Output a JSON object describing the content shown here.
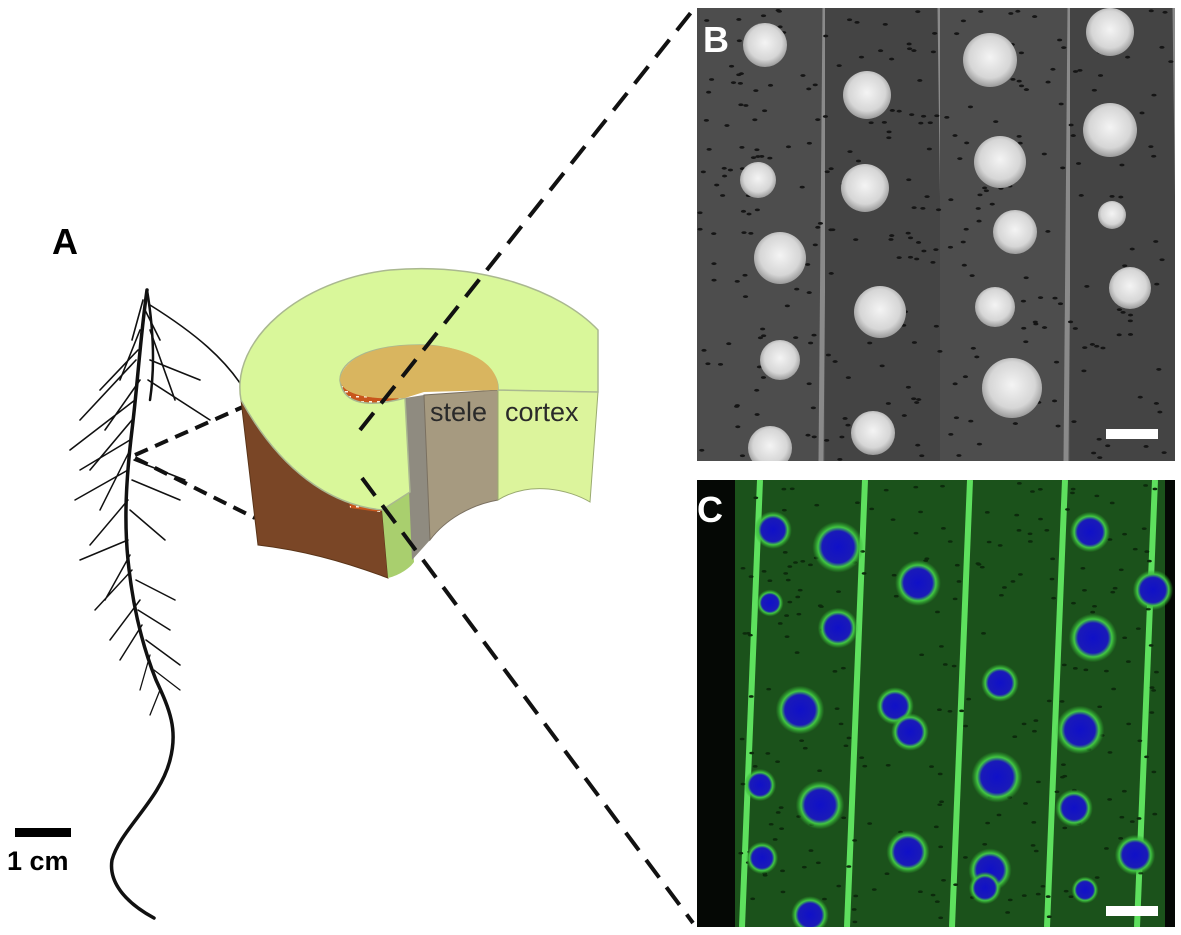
{
  "panels": {
    "a": {
      "letter": "A",
      "scale_bar_label": "1 cm"
    },
    "b": {
      "letter": "B"
    },
    "c": {
      "letter": "C"
    }
  },
  "diagram": {
    "labels": {
      "stele": "stele",
      "cortex": "cortex"
    }
  },
  "colors": {
    "cortex_top": "#d9f79a",
    "cortex_side": "#dcf49c",
    "stele_top": "#d9b55f",
    "outer_wall": "#7a4626",
    "stele_cut": "#a69a80",
    "sem_background": "#4a4a4a",
    "fluor_green": "#2ea82e",
    "fluor_nucleus": "#1a1ab8"
  }
}
